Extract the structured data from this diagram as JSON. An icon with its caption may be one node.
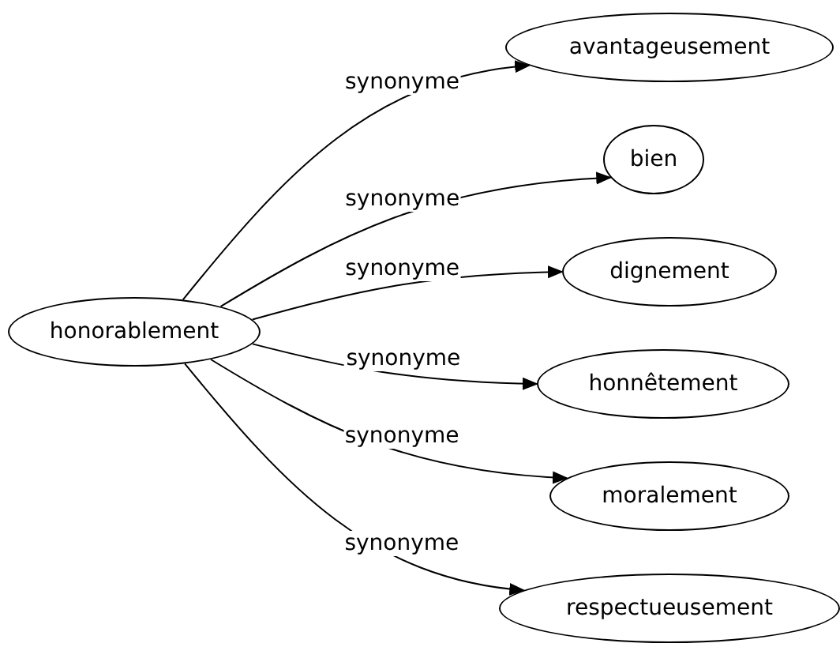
{
  "diagram": {
    "nodes": [
      {
        "text": [
          "honorablement"
        ]
      },
      {
        "text": [
          "avantageusement"
        ]
      },
      {
        "text": [
          "bien"
        ]
      },
      {
        "text": [
          "dignement"
        ]
      },
      {
        "text": [
          "honnêtement"
        ]
      },
      {
        "text": [
          "moralement"
        ]
      },
      {
        "text": [
          "respectueusement"
        ]
      }
    ],
    "edges": [
      {
        "from": 0,
        "to": 1,
        "arrow": "to",
        "label": "synonyme"
      },
      {
        "from": 0,
        "to": 2,
        "arrow": "to",
        "label": "synonyme"
      },
      {
        "from": 0,
        "to": 3,
        "arrow": "to",
        "label": "synonyme"
      },
      {
        "from": 0,
        "to": 4,
        "arrow": "to",
        "label": "synonyme"
      },
      {
        "from": 0,
        "to": 5,
        "arrow": "to",
        "label": "synonyme"
      },
      {
        "from": 0,
        "to": 6,
        "arrow": "to",
        "label": "synonyme"
      }
    ]
  }
}
